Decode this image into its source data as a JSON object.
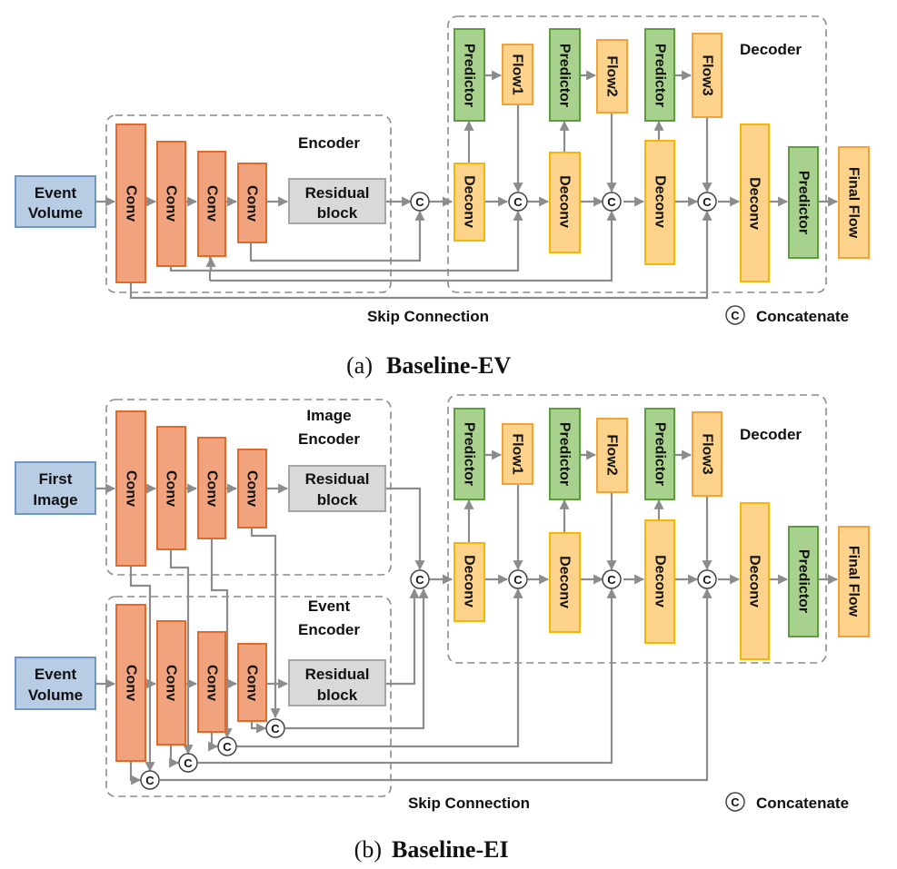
{
  "colors": {
    "input_fill": "#b8cce4",
    "input_stroke": "#6f96c9",
    "conv_fill": "#f0a37c",
    "conv_stroke": "#e06a2a",
    "residual_fill": "#d9d9d9",
    "residual_stroke": "#a6a6a6",
    "deconv_fill": "#fdd28a",
    "deconv_stroke": "#f5b800",
    "flow_fill": "#fdd28a",
    "flow_stroke": "#f2a23a",
    "predictor_fill": "#a9d18e",
    "predictor_stroke": "#5b9e3b"
  },
  "common": {
    "conv": "Conv",
    "deconv": "Deconv",
    "predictor": "Predictor",
    "residual": [
      "Residual",
      "block"
    ],
    "flows": [
      "Flow1",
      "Flow2",
      "Flow3"
    ],
    "final_flow": "Final Flow",
    "decoder": "Decoder",
    "concat_symbol": "C",
    "concatenate": "Concatenate",
    "skip_connection": "Skip Connection"
  },
  "panel_a": {
    "caption_letter": "(a)",
    "caption_name": "Baseline-EV",
    "input": [
      "Event",
      "Volume"
    ],
    "encoder": "Encoder"
  },
  "panel_b": {
    "caption_letter": "(b)",
    "caption_name": "Baseline-EI",
    "input_image": [
      "First",
      "Image"
    ],
    "input_event": [
      "Event",
      "Volume"
    ],
    "image_encoder": [
      "Image",
      "Encoder"
    ],
    "event_encoder": [
      "Event",
      "Encoder"
    ]
  }
}
